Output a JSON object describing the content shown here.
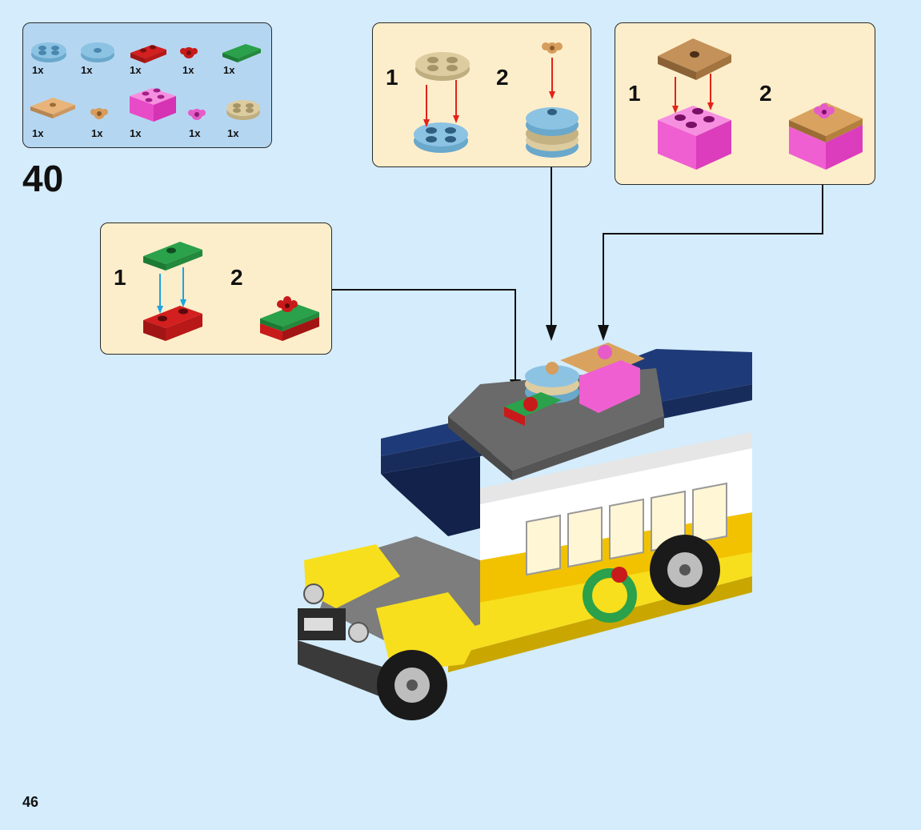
{
  "step_number": "40",
  "page_number": "46",
  "parts_list": {
    "row1": [
      {
        "qty": "1x",
        "part": "light-blue-round-plate-2x2"
      },
      {
        "qty": "1x",
        "part": "light-blue-round-tile-2x2"
      },
      {
        "qty": "1x",
        "part": "red-plate-1x2"
      },
      {
        "qty": "1x",
        "part": "red-flower-plate"
      },
      {
        "qty": "1x",
        "part": "green-tile-1x2"
      }
    ],
    "row2": [
      {
        "qty": "1x",
        "part": "tan-plate-2x2-one-stud"
      },
      {
        "qty": "1x",
        "part": "tan-flower-plate"
      },
      {
        "qty": "1x",
        "part": "pink-brick-2x2"
      },
      {
        "qty": "1x",
        "part": "pink-flower-plate"
      },
      {
        "qty": "1x",
        "part": "tan-round-plate-2x2"
      }
    ]
  },
  "callouts": {
    "round_stack": {
      "sub1": "1",
      "sub2": "2"
    },
    "pink_present": {
      "sub1": "1",
      "sub2": "2"
    },
    "red_green_present": {
      "sub1": "1",
      "sub2": "2"
    }
  },
  "colors": {
    "background": "#d4ecfb",
    "parts_panel": "#b5d6f1",
    "callout_bg": "#fdeecb",
    "bus_yellow": "#f7df1e",
    "roof_navy": "#1f3a78",
    "red_arrow": "#e2231a",
    "blue_arrow": "#1ea4e0"
  }
}
